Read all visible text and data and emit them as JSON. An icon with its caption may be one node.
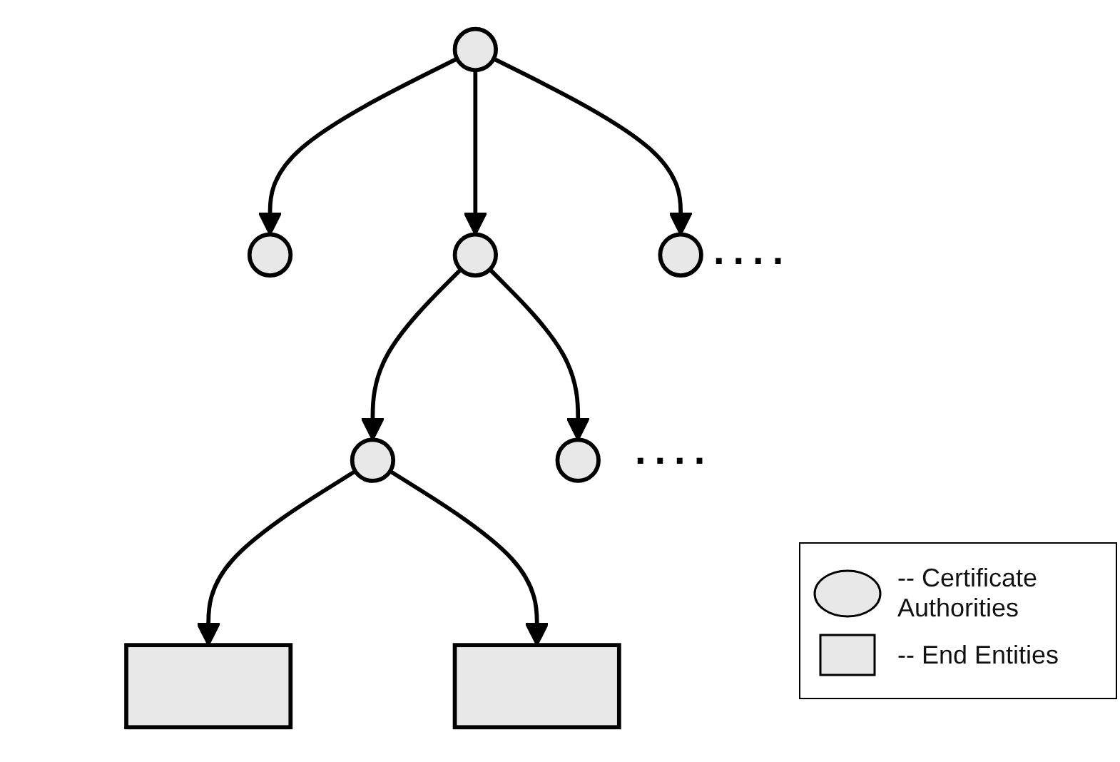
{
  "diagram": {
    "nodes": [
      {
        "text": [],
        "shape": "circle"
      },
      {
        "text": [],
        "shape": "circle"
      },
      {
        "text": [],
        "shape": "circle"
      },
      {
        "text": [],
        "shape": "circle"
      },
      {
        "text": [],
        "shape": "circle"
      },
      {
        "text": [],
        "shape": "circle"
      },
      {
        "text": [],
        "shape": "box"
      },
      {
        "text": [],
        "shape": "box"
      }
    ],
    "edges": [
      {
        "from": 0,
        "to": 1,
        "arrow": "to"
      },
      {
        "from": 0,
        "to": 2,
        "arrow": "to"
      },
      {
        "from": 0,
        "to": 3,
        "arrow": "to"
      },
      {
        "from": 2,
        "to": 4,
        "arrow": "to"
      },
      {
        "from": 2,
        "to": 5,
        "arrow": "to"
      },
      {
        "from": 4,
        "to": 6,
        "arrow": "to"
      },
      {
        "from": 4,
        "to": 7,
        "arrow": "to"
      }
    ],
    "labels": [
      "....",
      "...."
    ],
    "legend": [
      {
        "text": "-- Certificate Authorities"
      },
      {
        "text": "-- End Entities"
      }
    ]
  }
}
